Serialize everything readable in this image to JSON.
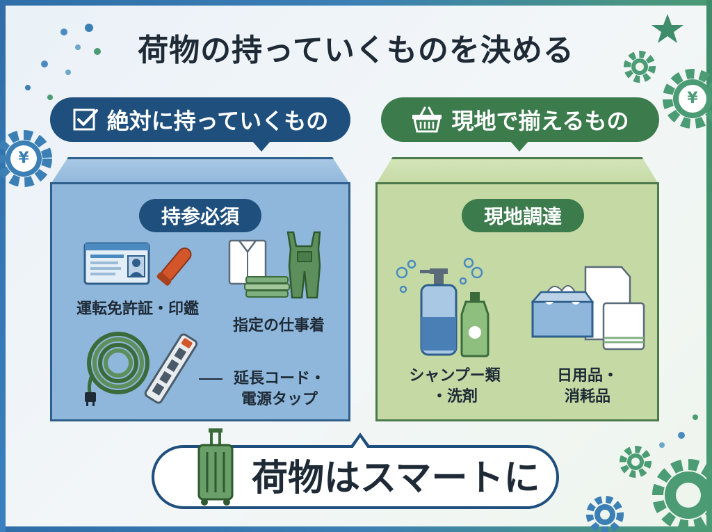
{
  "title": "荷物の持っていくものを決める",
  "left": {
    "header": "絶対に持っていくもの",
    "tag": "持参必須",
    "items": [
      {
        "label": "運転免許証・印鑑"
      },
      {
        "label": "指定の仕事着"
      },
      {
        "label_line1": "延長コード・",
        "label_line2": "電源タップ"
      }
    ]
  },
  "right": {
    "header": "現地で揃えるもの",
    "tag": "現地調達",
    "items": [
      {
        "label_line1": "シャンプー類",
        "label_line2": "・洗剤"
      },
      {
        "label_line1": "日用品・",
        "label_line2": "消耗品"
      }
    ]
  },
  "banner": {
    "text": "荷物はスマートに"
  },
  "currency_symbol": "¥",
  "colors": {
    "navy": "#1f4f7d",
    "green": "#3b7b4c",
    "box_blue": "#8fb7db",
    "box_green": "#c4d9a4"
  }
}
